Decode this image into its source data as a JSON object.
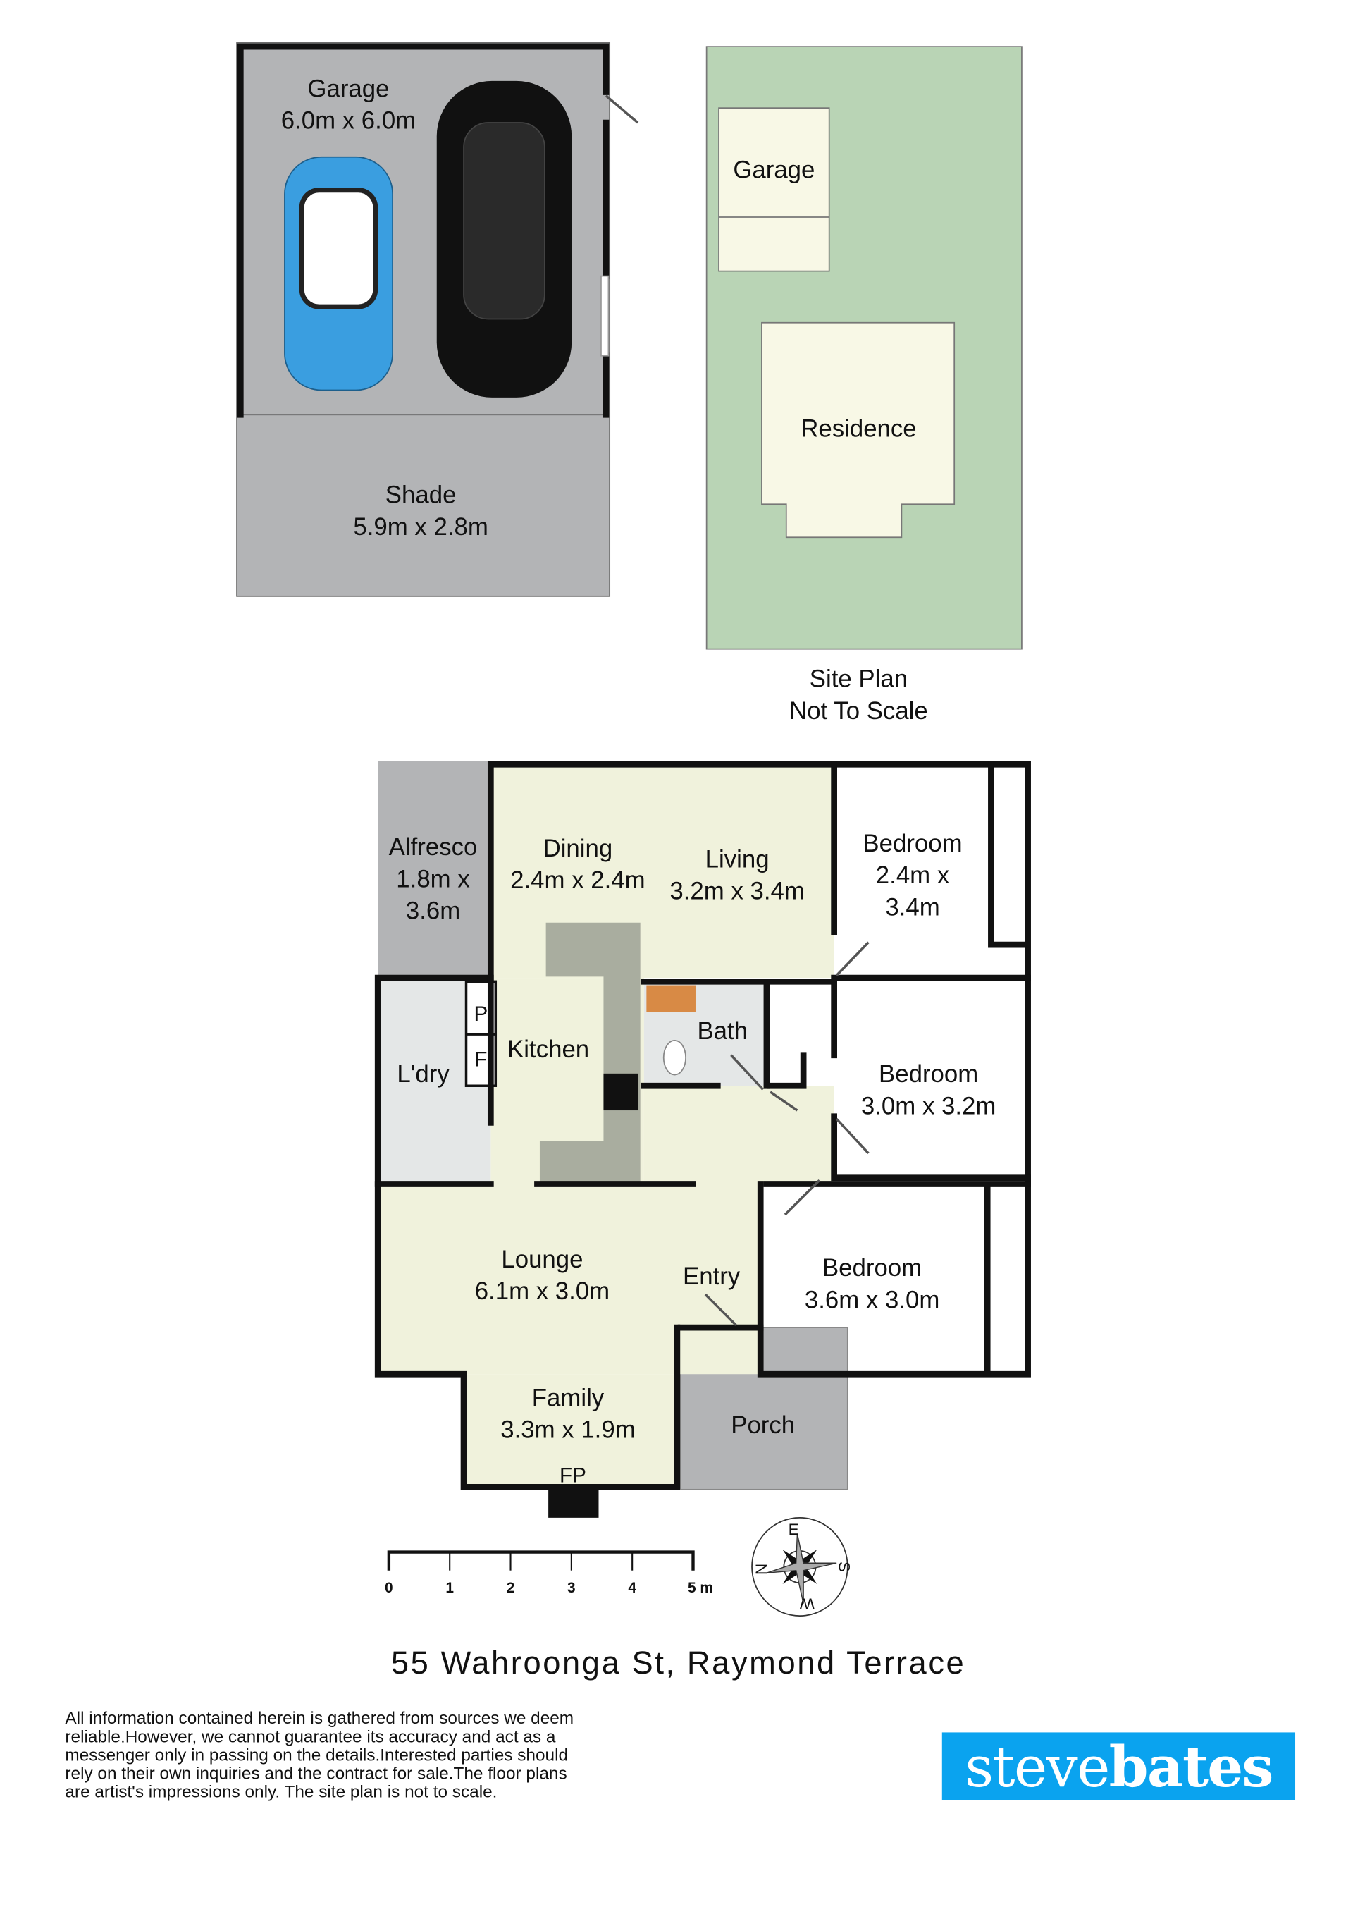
{
  "site_plan_title": "Site Plan",
  "site_plan_note": "Not To Scale",
  "garage_plan": {
    "garage": {
      "name": "Garage",
      "size": "6.0m x 6.0m"
    },
    "shade": {
      "name": "Shade",
      "size": "5.9m x 2.8m"
    }
  },
  "site_plan": {
    "garage": "Garage",
    "residence": "Residence"
  },
  "rooms": {
    "alfresco": [
      "Alfresco",
      "1.8m x",
      "3.6m"
    ],
    "dining": [
      "Dining",
      "2.4m x 2.4m"
    ],
    "living": [
      "Living",
      "3.2m x 3.4m"
    ],
    "bedroom1": [
      "Bedroom",
      "2.4m x",
      "3.4m"
    ],
    "kitchen": "Kitchen",
    "pantry": "P",
    "fridge": "F",
    "laundry": "L'dry",
    "bath": "Bath",
    "bedroom2": [
      "Bedroom",
      "3.0m x 3.2m"
    ],
    "lounge": [
      "Lounge",
      "6.1m x 3.0m"
    ],
    "entry": "Entry",
    "bedroom3": [
      "Bedroom",
      "3.6m x 3.0m"
    ],
    "family": [
      "Family",
      "3.3m x 1.9m"
    ],
    "porch": "Porch",
    "fireplace": "FP"
  },
  "scale_bar": {
    "ticks": [
      "0",
      "1",
      "2",
      "3",
      "4",
      "5 m"
    ]
  },
  "compass": {
    "labels": [
      "E",
      "S",
      "W",
      "N"
    ]
  },
  "address": "55 Wahroonga St, Raymond Terrace",
  "disclaimer": [
    "All information contained herein is gathered from sources we deem",
    "reliable.However, we cannot guarantee its accuracy and act as a",
    "messenger only in passing on the details.Interested parties should",
    "rely on their own inquiries and the contract for sale.The floor plans",
    "are artist's impressions only. The site plan is not to scale."
  ],
  "logo": {
    "part1": "steve",
    "part2": "bates"
  },
  "colors": {
    "logo_bg": "#0aa3ef",
    "site_green": "#b9d4b5",
    "floor_cream": "#f0f2dc",
    "outdoor_gray": "#b3b4b6"
  }
}
